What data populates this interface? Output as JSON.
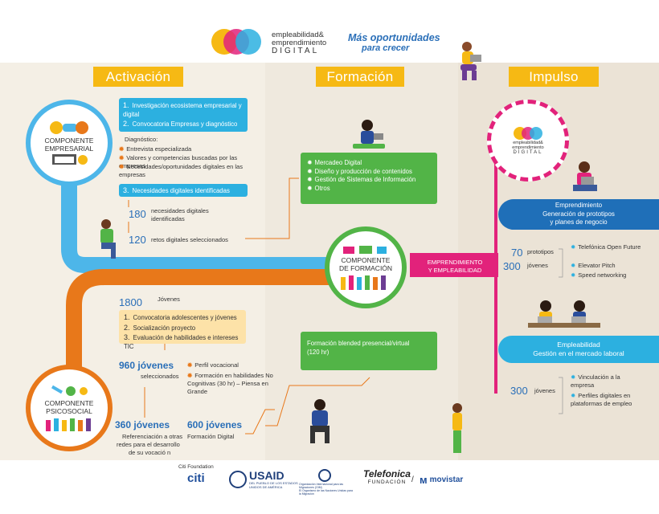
{
  "header": {
    "brand_line1": "empleabilidad&",
    "brand_line2": "emprendimiento",
    "brand_line3": "DIGITAL",
    "tagline1": "Más oportunidades",
    "tagline2": "para crecer"
  },
  "phases": {
    "activacion": "Activación",
    "formacion": "Formación",
    "impulso": "Impulso"
  },
  "componente_empresarial": {
    "label_1": "COMPONENTE",
    "label_2": "EMPRESARIAL",
    "steps_box": {
      "s1_num": "1.",
      "s1": "Investigación ecosistema empresarial y digital",
      "s2_num": "2.",
      "s2": "Convocatoria Empresas y diagnóstico"
    },
    "diagnostico_title": "Diagnóstico:",
    "diagnostico_items": [
      "Entrevista especializada",
      "Valores y competencias buscadas por las empresas",
      "Necesidades/oportunidades digitales en las empresas"
    ],
    "s3_num": "3.",
    "s3": "Necesidades digitales identificadas",
    "stat1_num": "180",
    "stat1_txt": "necesidades digitales identificadas",
    "stat2_num": "120",
    "stat2_txt": "retos digitales seleccionados"
  },
  "formacion": {
    "topics": [
      "Mercadeo Digital",
      "Diseño y producción de contenidos",
      "Gestión de Sistemas de Información",
      "Otros"
    ],
    "componente_1": "COMPONENTE",
    "componente_2": "DE FORMACIÓN",
    "blended_1": "Formación blended presencial/virtual",
    "blended_2": "(120 hr)",
    "emp_banner_1": "EMPRENDIMIENTO",
    "emp_banner_2": "Y EMPLEABILIDAD"
  },
  "componente_psicosocial": {
    "label_1": "COMPONENTE",
    "label_2": "PSICOSOCIAL",
    "jovenes_num": "1800",
    "jovenes_txt": "Jóvenes",
    "steps": [
      {
        "num": "1.",
        "txt": "Convocatoria adolescentes y jóvenes"
      },
      {
        "num": "2.",
        "txt": "Socialización proyecto"
      },
      {
        "num": "3.",
        "txt": "Evaluación de habilidades e intereses TIC"
      }
    ],
    "sel_num": "960 jóvenes",
    "sel_txt": "seleccionados",
    "perfil": "Perfil vocacional",
    "formacion_hab": "Formación en habilidades No Cognitivas (30 hr) – Piensa en Grande",
    "ref_num": "360 jóvenes",
    "ref_txt_1": "Referenciación a otras",
    "ref_txt_2": "redes para el desarrollo",
    "ref_txt_3": "de su vocació n",
    "fd_num": "600 jóvenes",
    "fd_txt": "Formación Digital"
  },
  "impulso": {
    "circle_brand_1": "empleabilidad&",
    "circle_brand_2": "emprendimiento",
    "circle_brand_3": "DIGITAL",
    "emp_title_1": "Emprendimiento",
    "emp_title_2": "Generación de prototipos",
    "emp_title_3": "y planes de negocio",
    "proto_num": "70",
    "proto_txt": "prototipos",
    "jov_num": "300",
    "jov_txt": "jóvenes",
    "emp_items": [
      "Telefónica Open Future",
      "Elevator Pitch",
      "Speed networking"
    ],
    "empl_title_1": "Empleabilidad",
    "empl_title_2": "Gestión en el mercado laboral",
    "empl_num": "300",
    "empl_txt": "jóvenes",
    "empl_items": [
      "Vinculación a la empresa",
      "Perfiles digitales en plataformas de empleo"
    ]
  },
  "footer": {
    "citi_foundation": "Citi Foundation",
    "citi": "citi",
    "usaid": "USAID",
    "usaid_sub_1": "DEL PUEBLO DE LOS ESTADOS",
    "usaid_sub_2": "UNIDOS DE AMÉRICA",
    "oim_1": "Organización Internacional para las Migraciones (OIM)",
    "oim_2": "El Organismo de las Naciones Unidas para la Migración",
    "telefonica": "Telefonica",
    "fundacion": "FUNDACIÓN",
    "movistar": "movistar"
  },
  "colors": {
    "blue_path": "#4db6e9",
    "orange_path": "#e8781a",
    "green": "#52b447",
    "magenta": "#e2227b",
    "dark_blue": "#1f6fb8",
    "yellow": "#f6b914"
  }
}
